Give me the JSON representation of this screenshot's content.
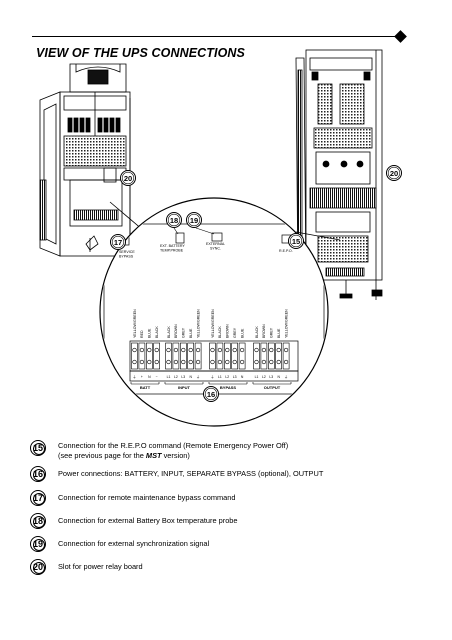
{
  "page": {
    "title": "VIEW OF THE UPS CONNECTIONS"
  },
  "diagram": {
    "callouts": [
      "15",
      "16",
      "17",
      "18",
      "19",
      "20"
    ],
    "labels": {
      "service_bypass": [
        "SERVICE",
        "BYPASS"
      ],
      "ext_battery_temp_probe": [
        "EXT. BATTERY",
        "TEMP.PROBE"
      ],
      "external_sync": [
        "EXTERNAL",
        "SYNC."
      ],
      "repo": "R.E.P.O."
    },
    "wire_colors": [
      "YELLOW/GREEN",
      "RED",
      "BLUE",
      "BLACK",
      "BLACK",
      "BROWN",
      "GREY",
      "BLUE",
      "YELLOW/GREEN",
      "YELLOW/GREEN",
      "BLACK",
      "BROWN",
      "GREY",
      "BLUE",
      "BLACK",
      "BROWN",
      "GREY",
      "BLUE",
      "YELLOW/GREEN"
    ],
    "terminal_labels": [
      "⏚",
      "+",
      "N",
      "−",
      "L1",
      "L2",
      "L3",
      "N",
      "⏚",
      "⏚",
      "L1",
      "L2",
      "L3",
      "N",
      "L1",
      "L2",
      "L3",
      "N",
      "⏚"
    ],
    "groups": [
      "BATT",
      "INPUT",
      "BYPASS",
      "OUTPUT"
    ]
  },
  "legend": [
    {
      "num": "15",
      "line1": "Connection for the R.E.P.O command (Remote Emergency Power Off)",
      "line2_prefix": "(see previous page for the ",
      "line2_bold": "MST",
      "line2_suffix": " version)"
    },
    {
      "num": "16",
      "line1": "Power connections: BATTERY, INPUT, SEPARATE BYPASS (optional), OUTPUT"
    },
    {
      "num": "17",
      "line1": "Connection for remote maintenance bypass command"
    },
    {
      "num": "18",
      "line1": "Connection for external Battery Box temperature probe"
    },
    {
      "num": "19",
      "line1": "Connection for external synchronization signal"
    },
    {
      "num": "20",
      "line1": "Slot for power relay board"
    }
  ]
}
